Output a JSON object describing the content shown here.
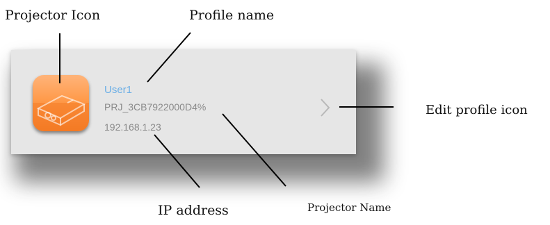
{
  "labels": {
    "projector_icon": "Projector Icon",
    "profile_name": "Profile name",
    "edit_profile_icon": "Edit profile icon",
    "ip_address": "IP address",
    "projector_name": "Projector Name"
  },
  "profile": {
    "name": "User1",
    "projector": "PRJ_3CB7922000D4%",
    "ip": "192.168.1.23"
  },
  "colors": {
    "profile_name": "#6aaee6",
    "icon_orange": "#f47a24",
    "card_background": "#e6e6e6",
    "secondary_text": "#8a8a8a"
  },
  "icons": {
    "projector": "projector-icon",
    "edit": "chevron-right-icon"
  }
}
